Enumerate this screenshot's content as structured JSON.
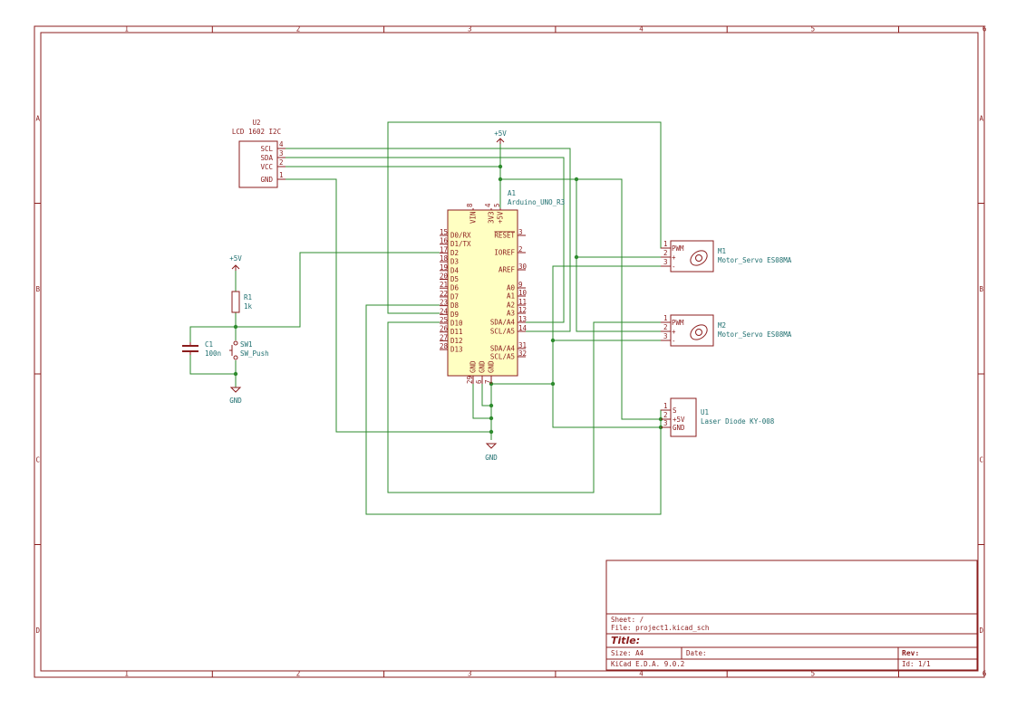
{
  "frame": {
    "columns": [
      "1",
      "2",
      "3",
      "4",
      "5",
      "6"
    ],
    "rows": [
      "A",
      "B",
      "C",
      "D"
    ]
  },
  "title_block": {
    "sheet": "Sheet: /",
    "file": "File: project1.kicad_sch",
    "title": "Title:",
    "size": "Size: A4",
    "date": "Date:",
    "rev": "Rev:",
    "tool": "KiCad E.D.A. 9.0.2",
    "id": "Id: 1/1"
  },
  "components": {
    "u2": {
      "ref": "U2",
      "value": "LCD 1602 I2C",
      "pins": [
        "SCL",
        "SDA",
        "VCC",
        "GND"
      ],
      "pin_numbers": [
        "4",
        "3",
        "2",
        "1"
      ]
    },
    "a1": {
      "ref": "A1",
      "value": "Arduino_UNO_R3",
      "left_pins": [
        "D0/RX",
        "D1/TX",
        "D2",
        "D3",
        "D4",
        "D5",
        "D6",
        "D7",
        "D8",
        "D9",
        "D10",
        "D11",
        "D12",
        "D13"
      ],
      "left_nums": [
        "15",
        "16",
        "17",
        "18",
        "19",
        "20",
        "21",
        "22",
        "23",
        "24",
        "25",
        "26",
        "27",
        "28"
      ],
      "right_pins": [
        "RESET",
        "IOREF",
        "AREF",
        "A0",
        "A1",
        "A2",
        "A3",
        "SDA/A4",
        "SCL/A5",
        "SDA/A4",
        "SCL/A5"
      ],
      "right_nums": [
        "3",
        "2",
        "30",
        "9",
        "10",
        "11",
        "12",
        "13",
        "14",
        "31",
        "32"
      ],
      "top_pins": [
        "VIN",
        "3V3",
        "+5V"
      ],
      "top_nums": [
        "8",
        "4",
        "5"
      ],
      "bottom_pins": [
        "GND",
        "GND",
        "GND"
      ],
      "bottom_nums": [
        "29",
        "6",
        "7"
      ]
    },
    "m1": {
      "ref": "M1",
      "value": "Motor_Servo ES08MA",
      "pins": [
        "PWM",
        "+",
        "-"
      ],
      "nums": [
        "1",
        "2",
        "3"
      ]
    },
    "m2": {
      "ref": "M2",
      "value": "Motor_Servo ES08MA",
      "pins": [
        "PWM",
        "+",
        "-"
      ],
      "nums": [
        "1",
        "2",
        "3"
      ]
    },
    "u1": {
      "ref": "U1",
      "value": "Laser Diode KY-008",
      "pins": [
        "S",
        "+5V",
        "GND"
      ],
      "nums": [
        "1",
        "2",
        "3"
      ]
    },
    "r1": {
      "ref": "R1",
      "value": "1k"
    },
    "c1": {
      "ref": "C1",
      "value": "100n"
    },
    "sw1": {
      "ref": "SW1",
      "value": "SW_Push"
    }
  },
  "power": {
    "p5v_top": "+5V",
    "p5v_left": "+5V",
    "gnd_left": "GND",
    "gnd_main": "GND"
  }
}
